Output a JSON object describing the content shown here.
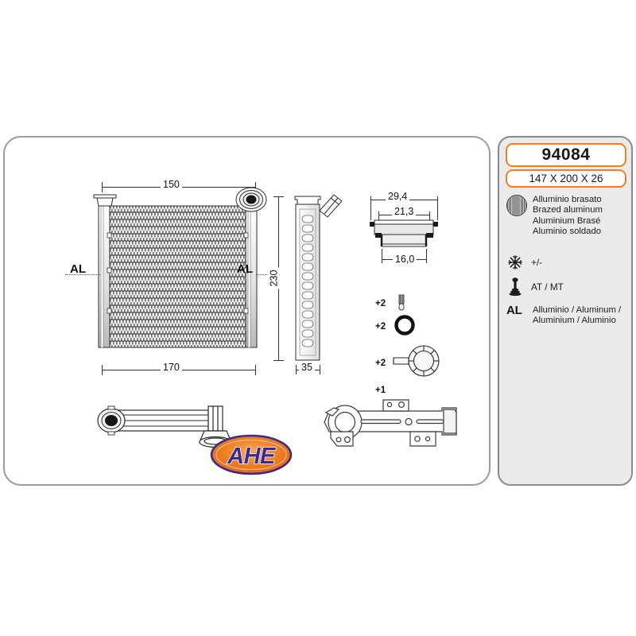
{
  "catalog": {
    "brand": "AHE",
    "part_number": "94084",
    "dimensions": "147 X 200 X 26"
  },
  "sidebar": {
    "material": {
      "icon": "hatched-circle-icon",
      "lines": "Alluminio brasato\nBrazed aluminum\nAluminium Brasé\nAluminio soldado"
    },
    "air_conditioning": {
      "icon": "snowflake-icon",
      "label": "+/-"
    },
    "transmission": {
      "icon": "gearshift-icon",
      "label": "AT / MT"
    },
    "alloy": {
      "tag": "AL",
      "lines": "Alluminio  / Aluminum /\nAluminium / Aluminio"
    }
  },
  "drawing": {
    "front_view": {
      "top_dimension": "150",
      "bottom_dimension": "170",
      "left_material_label": "AL",
      "right_material_label": "AL"
    },
    "side_view": {
      "height_dimension": "230",
      "width_dimension": "35"
    },
    "detail_view": {
      "outer_dimension": "29,4",
      "middle_dimension": "21,3",
      "inner_dimension": "16,0"
    },
    "accessories": [
      {
        "qty": "+2",
        "icon": "pin-icon"
      },
      {
        "qty": "+2",
        "icon": "o-ring-icon"
      },
      {
        "qty": "+2",
        "icon": "retaining-clip-icon"
      },
      {
        "qty": "+1",
        "icon": "mounting-bracket-icon"
      }
    ]
  },
  "colors": {
    "accent": "#ef8022",
    "logo_text": "#3b2a8c",
    "panel_border": "#9b9b9b",
    "sidebar_bg": "#ebebeb"
  }
}
